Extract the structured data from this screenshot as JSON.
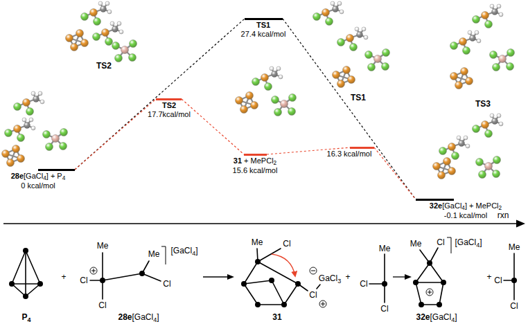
{
  "diagram": {
    "nodes": [
      {
        "text": [
          "28e[GaCl4] + P4",
          "0 kcal/mol"
        ]
      },
      {
        "text": [
          "TS2",
          "17.7kcal/mol"
        ]
      },
      {
        "text": [
          "TS1",
          "27.4 kcal/mol"
        ]
      },
      {
        "text": [
          "31 + MePCl2",
          "15.6 kcal/mol"
        ]
      },
      {
        "text": [
          "16.3 kcal/mol"
        ]
      },
      {
        "text": [
          "32e[GaCl4] + MePCl2",
          "-0.1 kcal/mol"
        ]
      }
    ],
    "edges": [
      {
        "from": 0,
        "to": 2,
        "arrow": "none"
      },
      {
        "from": 2,
        "to": 5,
        "arrow": "none"
      },
      {
        "from": 0,
        "to": 1,
        "arrow": "none"
      },
      {
        "from": 1,
        "to": 3,
        "arrow": "none"
      },
      {
        "from": 3,
        "to": 4,
        "arrow": "none"
      },
      {
        "from": 4,
        "to": 5,
        "arrow": "none"
      }
    ],
    "labels": [
      "TS2",
      "TS1",
      "TS3",
      "rxn",
      "P4",
      "+",
      "Me",
      "Cl",
      "Cl",
      "Me",
      "Cl",
      "[GaCl4]",
      "28e[GaCl4]",
      "Me",
      "Cl",
      "GaCl3",
      "Cl",
      "31",
      "+",
      "Cl",
      "Me",
      "Cl",
      "Me",
      "Cl",
      "[GaCl4]",
      "32e[GaCl4]",
      "+",
      "Me",
      "Cl",
      "Cl"
    ]
  }
}
